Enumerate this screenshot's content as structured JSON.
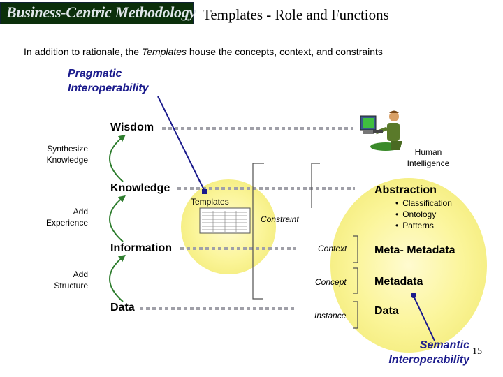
{
  "header": {
    "logo_text": "Business-Centric Methodology",
    "title": "Templates - Role and Functions",
    "subtitle_prefix": "In addition to rationale, the ",
    "subtitle_emphasis": "Templates",
    "subtitle_suffix": " house the concepts, context, and constraints"
  },
  "labels": {
    "pragmatic_line1": "Pragmatic",
    "pragmatic_line2": "Interoperability",
    "semantic_line1": "Semantic",
    "semantic_line2": "Interoperability"
  },
  "hierarchy": {
    "levels": [
      "Wisdom",
      "Knowledge",
      "Information",
      "Data"
    ],
    "transitions": [
      {
        "line1": "Synthesize",
        "line2": "Knowledge"
      },
      {
        "line1": "Add",
        "line2": "Experience"
      },
      {
        "line1": "Add",
        "line2": "Structure"
      }
    ]
  },
  "right": {
    "human_line1": "Human",
    "human_line2": "Intelligence",
    "abstraction": "Abstraction",
    "bullets": [
      "Classification",
      "Ontology",
      "Patterns"
    ],
    "templates": "Templates",
    "constraint": "Constraint",
    "context": "Context",
    "concept": "Concept",
    "instance": "Instance",
    "meta_metadata": "Meta- Metadata",
    "metadata": "Metadata",
    "data": "Data"
  },
  "colors": {
    "logo_bg": "#0b2f0b",
    "highlight": "#fbf7a0",
    "interop_text": "#1a1a8c",
    "arrow_green": "#2e7d2e",
    "dotted_gray": "#a0a0a8"
  },
  "icons": [
    "person-at-computer-icon",
    "document-template-icon"
  ],
  "footer": {
    "page_number": "15"
  }
}
